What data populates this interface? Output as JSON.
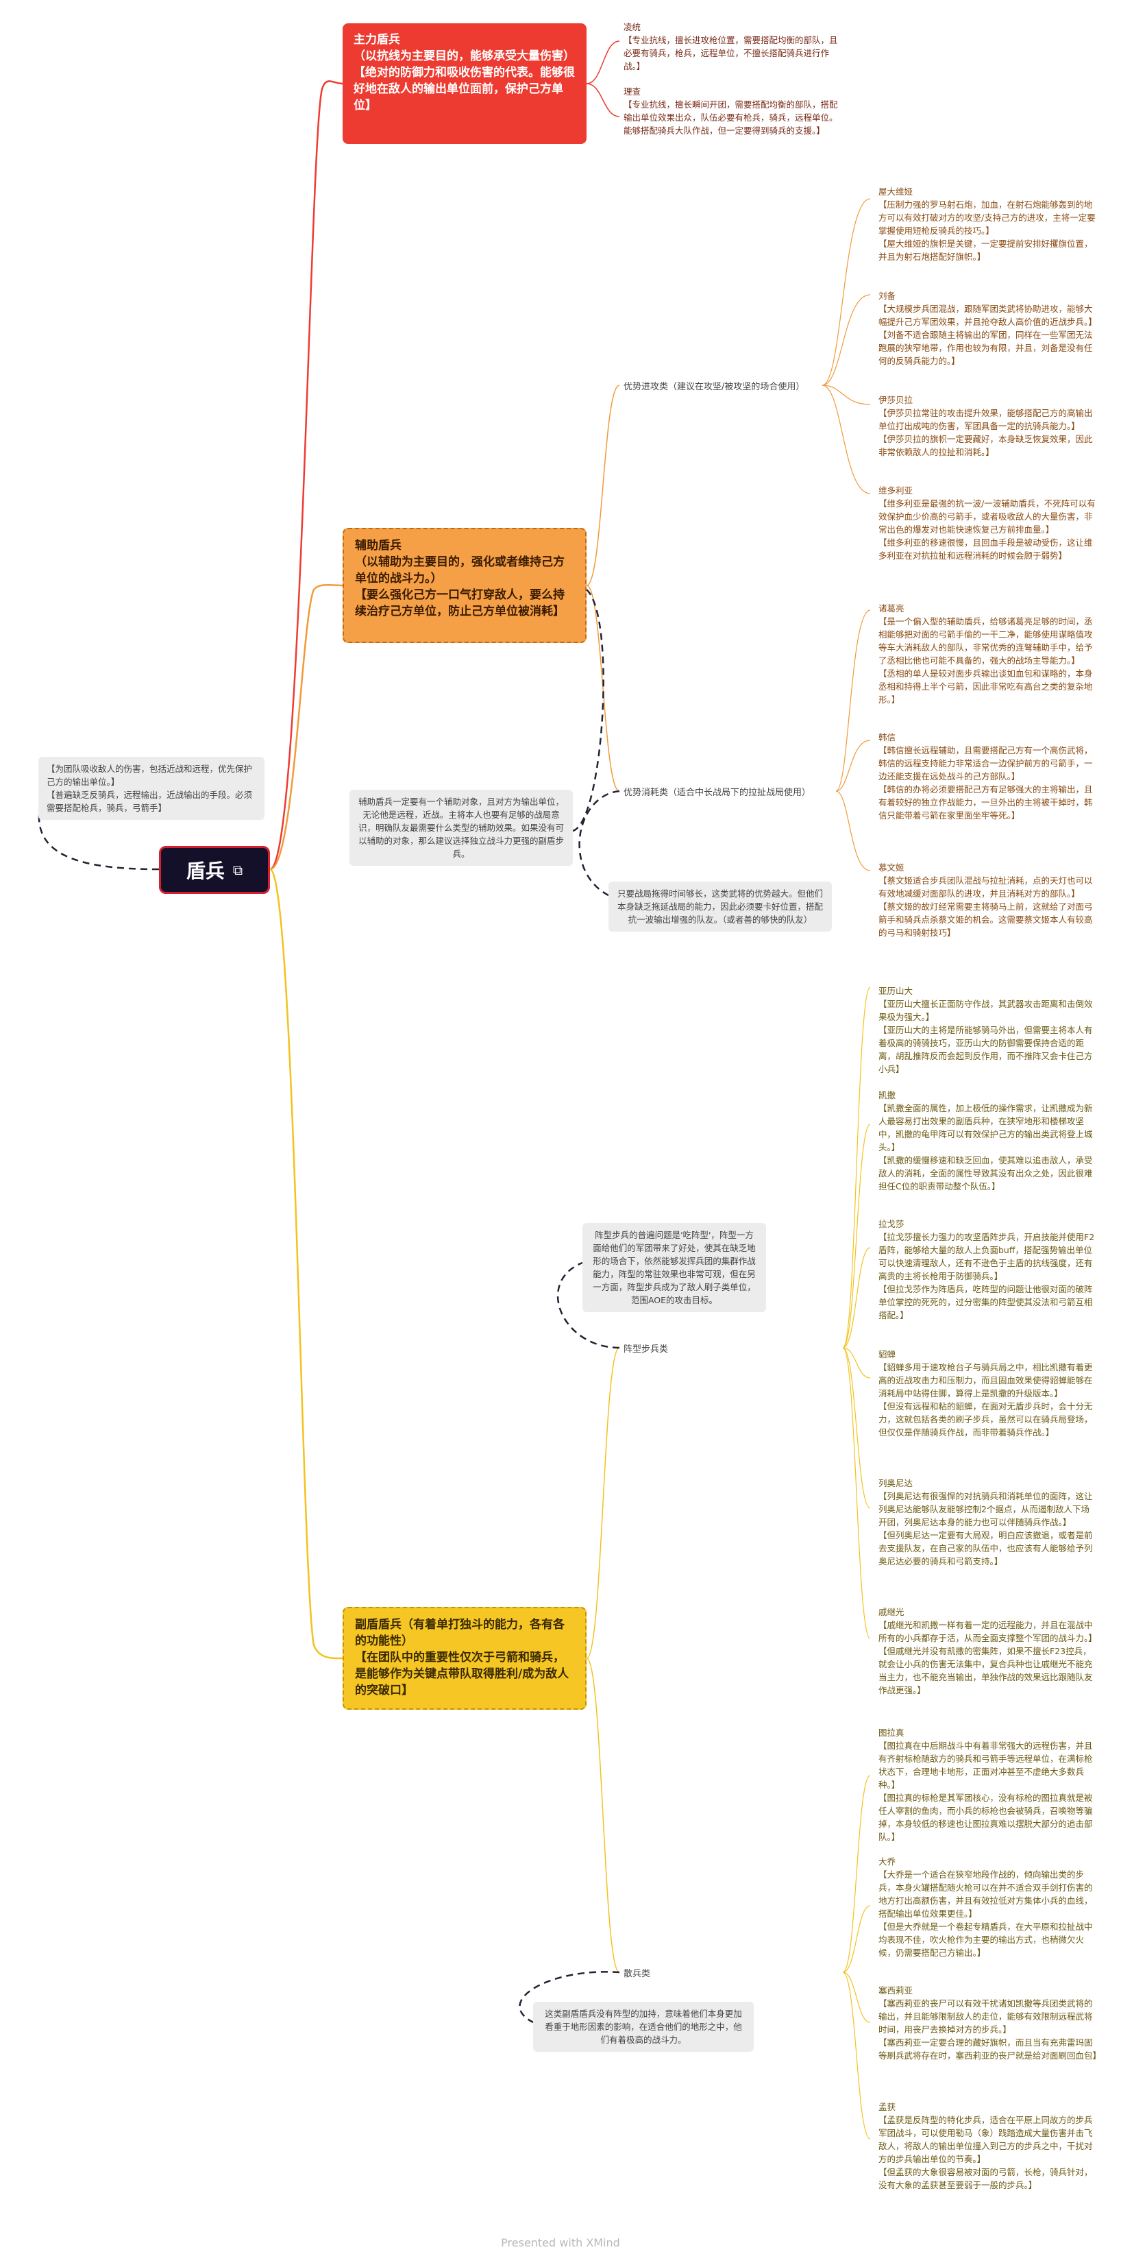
{
  "root": {
    "title": "盾兵",
    "link_icon": "link-icon"
  },
  "root_note": "【为团队吸收敌人的伤害，包括近战和远程，优先保护己方的输出单位。】\n【普遍缺乏反骑兵，远程输出，近战输出的手段。必须需要搭配枪兵，骑兵，弓箭手】",
  "main_topics": {
    "m1": "主力盾兵\n（以抗线为主要目的，能够承受大量伤害）\n【绝对的防御力和吸收伤害的代表。能够很好地在敌人的输出单位面前，保护己方单位】",
    "m2": "辅助盾兵\n（以辅助为主要目的，强化或者维持己方单位的战斗力。）\n【要么强化己方一口气打穿敌人，要么持续治疗己方单位，防止己方单位被消耗】",
    "m3": "副盾盾兵（有着单打独斗的能力，各有各的功能性）\n【在团队中的重要性仅次于弓箭和骑兵，是能够作为关键点带队取得胜利/成为敌人的突破口】"
  },
  "m1_leaves": [
    "凌统\n【专业抗线，擅长进攻枪位置，需要搭配均衡的部队，且必要有骑兵，枪兵，远程单位，不擅长搭配骑兵进行作战。】",
    "理查\n【专业抗线，擅长瞬间开团，需要搭配均衡的部队，搭配输出单位效果出众，队伍必要有枪兵，骑兵，远程单位。能够搭配骑兵大队作战，但一定要得到骑兵的支援。】"
  ],
  "m2_subs": {
    "offense": "优势进攻类（建议在攻坚/被攻坚的场合使用）",
    "sustain": "优势消耗类（适合中长战局下的拉扯战局使用）"
  },
  "m2_notes": {
    "left": "辅助盾兵一定要有一个辅助对象，且对方为输出单位，无论他是远程，近战。主将本人也要有足够的战局意识，明确队友最需要什么类型的辅助效果。如果没有可以辅助的对象，那么建议选择独立战斗力更强的副盾步兵。",
    "right": "只要战局拖得时间够长，这类武将的优势越大。但他们本身缺乏拖延战局的能力，因此必须要卡好位置，搭配抗一波输出增强的队友。（或者善的够快的队友）"
  },
  "m2_offense_leaves": [
    "屋大维娅\n【压制力强的罗马射石炮，加血，在射石炮能够轰到的地方可以有效打破对方的攻坚/支持己方的进攻，主将一定要掌握使用短枪反骑兵的技巧。】\n【屋大维娅的旗帜是关键，一定要提前安排好攫旗位置，并且为射石炮搭配好旗帜。】",
    "刘备\n【大规模步兵团混战，跟随军团类武将协助进攻，能够大幅提升己方军团效果，并且抢夺敌人高价值的近战步兵。】\n【刘备不适合跟随主将输出的军团，同样在一些军团无法跑展的狭窄地带，作用也较为有限，并且，刘备是没有任何的反骑兵能力的。】",
    "伊莎贝拉\n【伊莎贝拉常驻的攻击提升效果，能够搭配己方的高输出单位打出成吨的伤害，军团具备一定的抗骑兵能力。】\n【伊莎贝拉的旗帜一定要藏好，本身缺乏恢复效果，因此非常依赖敌人的拉扯和消耗。】",
    "维多利亚\n【维多利亚是最强的抗一波/一波辅助盾兵，不死阵可以有效保护血少价高的弓箭手，或者吸收敌人的大量伤害，非常出色的爆发对也能快速恢复己方前排血量。】\n【维多利亚的移速很慢，且回血手段是被动受伤，这让维多利亚在对抗拉扯和远程消耗的时候会顾于弱势】"
  ],
  "m2_sustain_leaves": [
    "诸葛亮\n【是一个偏入型的辅助盾兵，给够诸葛亮足够的时间，丞相能够把对面的弓箭手偷的一干二净，能够使用谋略值攻等车大消耗敌人的部队，非常优秀的连弩辅助手中，给予了丞相比他也可能不具备的，强大的战场主导能力。】\n【丞相的单人是较对面步兵输出谈如血包和谋略的，本身丞相和持得上半个弓箭，因此非常吃有高台之类的复杂地形。】",
    "韩信\n【韩信擅长远程辅助，且需要搭配己方有一个高伤武将，韩信的远程支持能力非常适合一边保护前方的弓箭手，一边还能支援在远处战斗的己方部队。】\n【韩信的办将必须要搭配己方有足够强大的主将输出，且有着较好的独立作战能力，一旦外出的主将被干掉时，韩信只能带着弓箭在家里面坐牢等死。】",
    "慕文姬\n【蔡文姬适合步兵团队混战与拉扯消耗，点的天灯也可以有效地减缓对面部队的进攻，并且消耗对方的部队。】\n【蔡文姬的故灯经常需要主将骑马上前，这就给了对面弓箭手和骑兵点杀蔡文姬的机会。这需要蔡文姬本人有较高的弓马和骑射技巧】"
  ],
  "m3_subs": {
    "formation": "阵型步兵类",
    "loose": "散兵类"
  },
  "m3_notes": {
    "formation": "阵型步兵的普遍问题是'吃阵型'，阵型一方面给他们的军团带来了好处，使其在缺乏地形的场合下，依然能够发挥兵团的集群作战能力，阵型的常驻效果也非常可观，但在另一方面，阵型步兵成为了敌人刷子类单位，范围AOE的攻击目标。",
    "loose": "这类副盾盾兵没有阵型的加持，意味着他们本身更加看重于地形因素的影响，在适合他们的地形之中，他们有着极高的战斗力。"
  },
  "m3_formation_leaves": [
    "亚历山大\n【亚历山大擅长正面防守作战，其武器攻击距离和击倒效果极为强大。】\n【亚历山大的主将是所能够骑马外出，但需要主将本人有着极高的骑骑技巧，亚历山大的防御需要保持合适的距离，胡乱推阵反而会起到反作用，而不推阵又会卡住己方小兵】",
    "凯撒\n【凯撒全面的属性，加上极低的操作需求，让凯撒成为新人最容易打出效果的副盾兵种，在狭窄地形和楼梯攻坚中，凯撒的龟甲阵可以有效保护己方的输出类武将登上城头。】\n【凯撒的缓慢移速和缺乏回血，使其难以追击敌人，承受敌人的消耗，全面的属性导致其没有出众之处，因此很难担任C位的职责带动整个队伍。】",
    "拉戈莎\n【拉戈莎擅长力强力的攻坚盾阵步兵，开启技能并使用F2盾阵，能够给大量的敌人上负面buff，搭配强势输出单位可以快速清理敌人，还有不逊色于主盾的抗线强度，还有高贵的主将长枪用于防御骑兵。】\n【但拉戈莎作为阵盾兵，吃阵型的问题让他很对面的破阵单位掌控的死死的，过分密集的阵型使其没法和弓箭互相搭配。】",
    "貂蝉\n【貂蝉多用于速攻枪台子与骑兵局之中，相比凯撒有着更高的近战攻击力和压制力，而且固血效果使得貂蝉能够在消耗局中站得住脚，算得上是凯撒的升级版本。】\n【但没有远程和粘的貂蝉，在面对无盾步兵时，会十分无力，这就包括各类的刷子步兵，虽然可以在骑兵局登场，但仅仅是伴随骑兵作战，而非带着骑兵作战。】",
    "列奥尼达\n【列奥尼达有很强悍的对抗骑兵和消耗单位的面阵，这让列奥尼达能够队友能够控制2个据点，从而遏制敌人下场开团，列奥尼达本身的能力也可以伴随骑兵作战。】\n【但列奥尼达一定要有大局观，明白应该撤退，或者是前去支援队友，在自己家的队伍中，也应该有人能够给予列奥尼达必要的骑兵和弓箭支持。】",
    "戚继光\n【戚继光和凯撒一样有着一定的远程能力，并且在混战中所有的小兵都存于活，从而全面支撑整个军团的战斗力。】\n【但戚继光并没有凯撒的密集阵，如果不擅长F23控兵，就会让小兵的伤害无法集中，复合兵种也让戚继光不能充当主力，也不能充当输出，单独作战的效果远比跟随队友作战更强。】"
  ],
  "m3_loose_leaves": [
    "图拉真\n【图拉真在中后期战斗中有着非常强大的远程伤害，并且有齐射标枪随敌方的骑兵和弓箭手等远程单位，在满标枪状态下，合理地卡地形，正面对冲甚至不虚绝大多数兵种。】\n【图拉真的标枪是其军团核心，没有标枪的图拉真就是被任人宰割的鱼肉，而小兵的标枪也会被骑兵，召唤物等骗掉，本身较低的移速也让图拉真难以摆脱大部分的追击部队。】",
    "大乔\n【大乔是一个适合在狭窄地段作战的，倾向输出类的步兵，本身火罐搭配随火枪可以在并不适合双手剑打伤害的地方打出高额伤害，并且有效拉低对方集体小兵的血线，搭配输出单位效果更佳。】\n【但是大乔就是一个卷起专精盾兵，在大平原和拉扯战中均表现不佳，吹火枪作为主要的输出方式，也稍微欠火候，仍需要搭配己方输出。】",
    "塞西莉亚\n【塞西莉亚的丧尸可以有效干扰诸如凯撒等兵团类武将的输出，并且能够限制敌人的走位，能够有效限制远程武将时间，用丧尸去换掉对方的步兵。】\n【塞西莉亚一定要合理的藏好旗帜，而且当有充弗雷玛固等刷兵武将存在时，塞西莉亚的丧尸就是给对面刷回血包】",
    "孟获\n【孟获是反阵型的特化步兵，适合在平原上同故方的步兵军团战斗，可以使用勒马（象）践踏造成大量伤害并击飞敌人，将敌人的输出单位撞入到己方的步兵之中，干扰对方的步兵输出单位的节奏。】\n【但孟获的大象很容易被对面的弓箭，长枪，骑兵针对，没有大象的孟获甚至要弱于一般的步兵。】"
  ],
  "footer": "Presented with XMind"
}
